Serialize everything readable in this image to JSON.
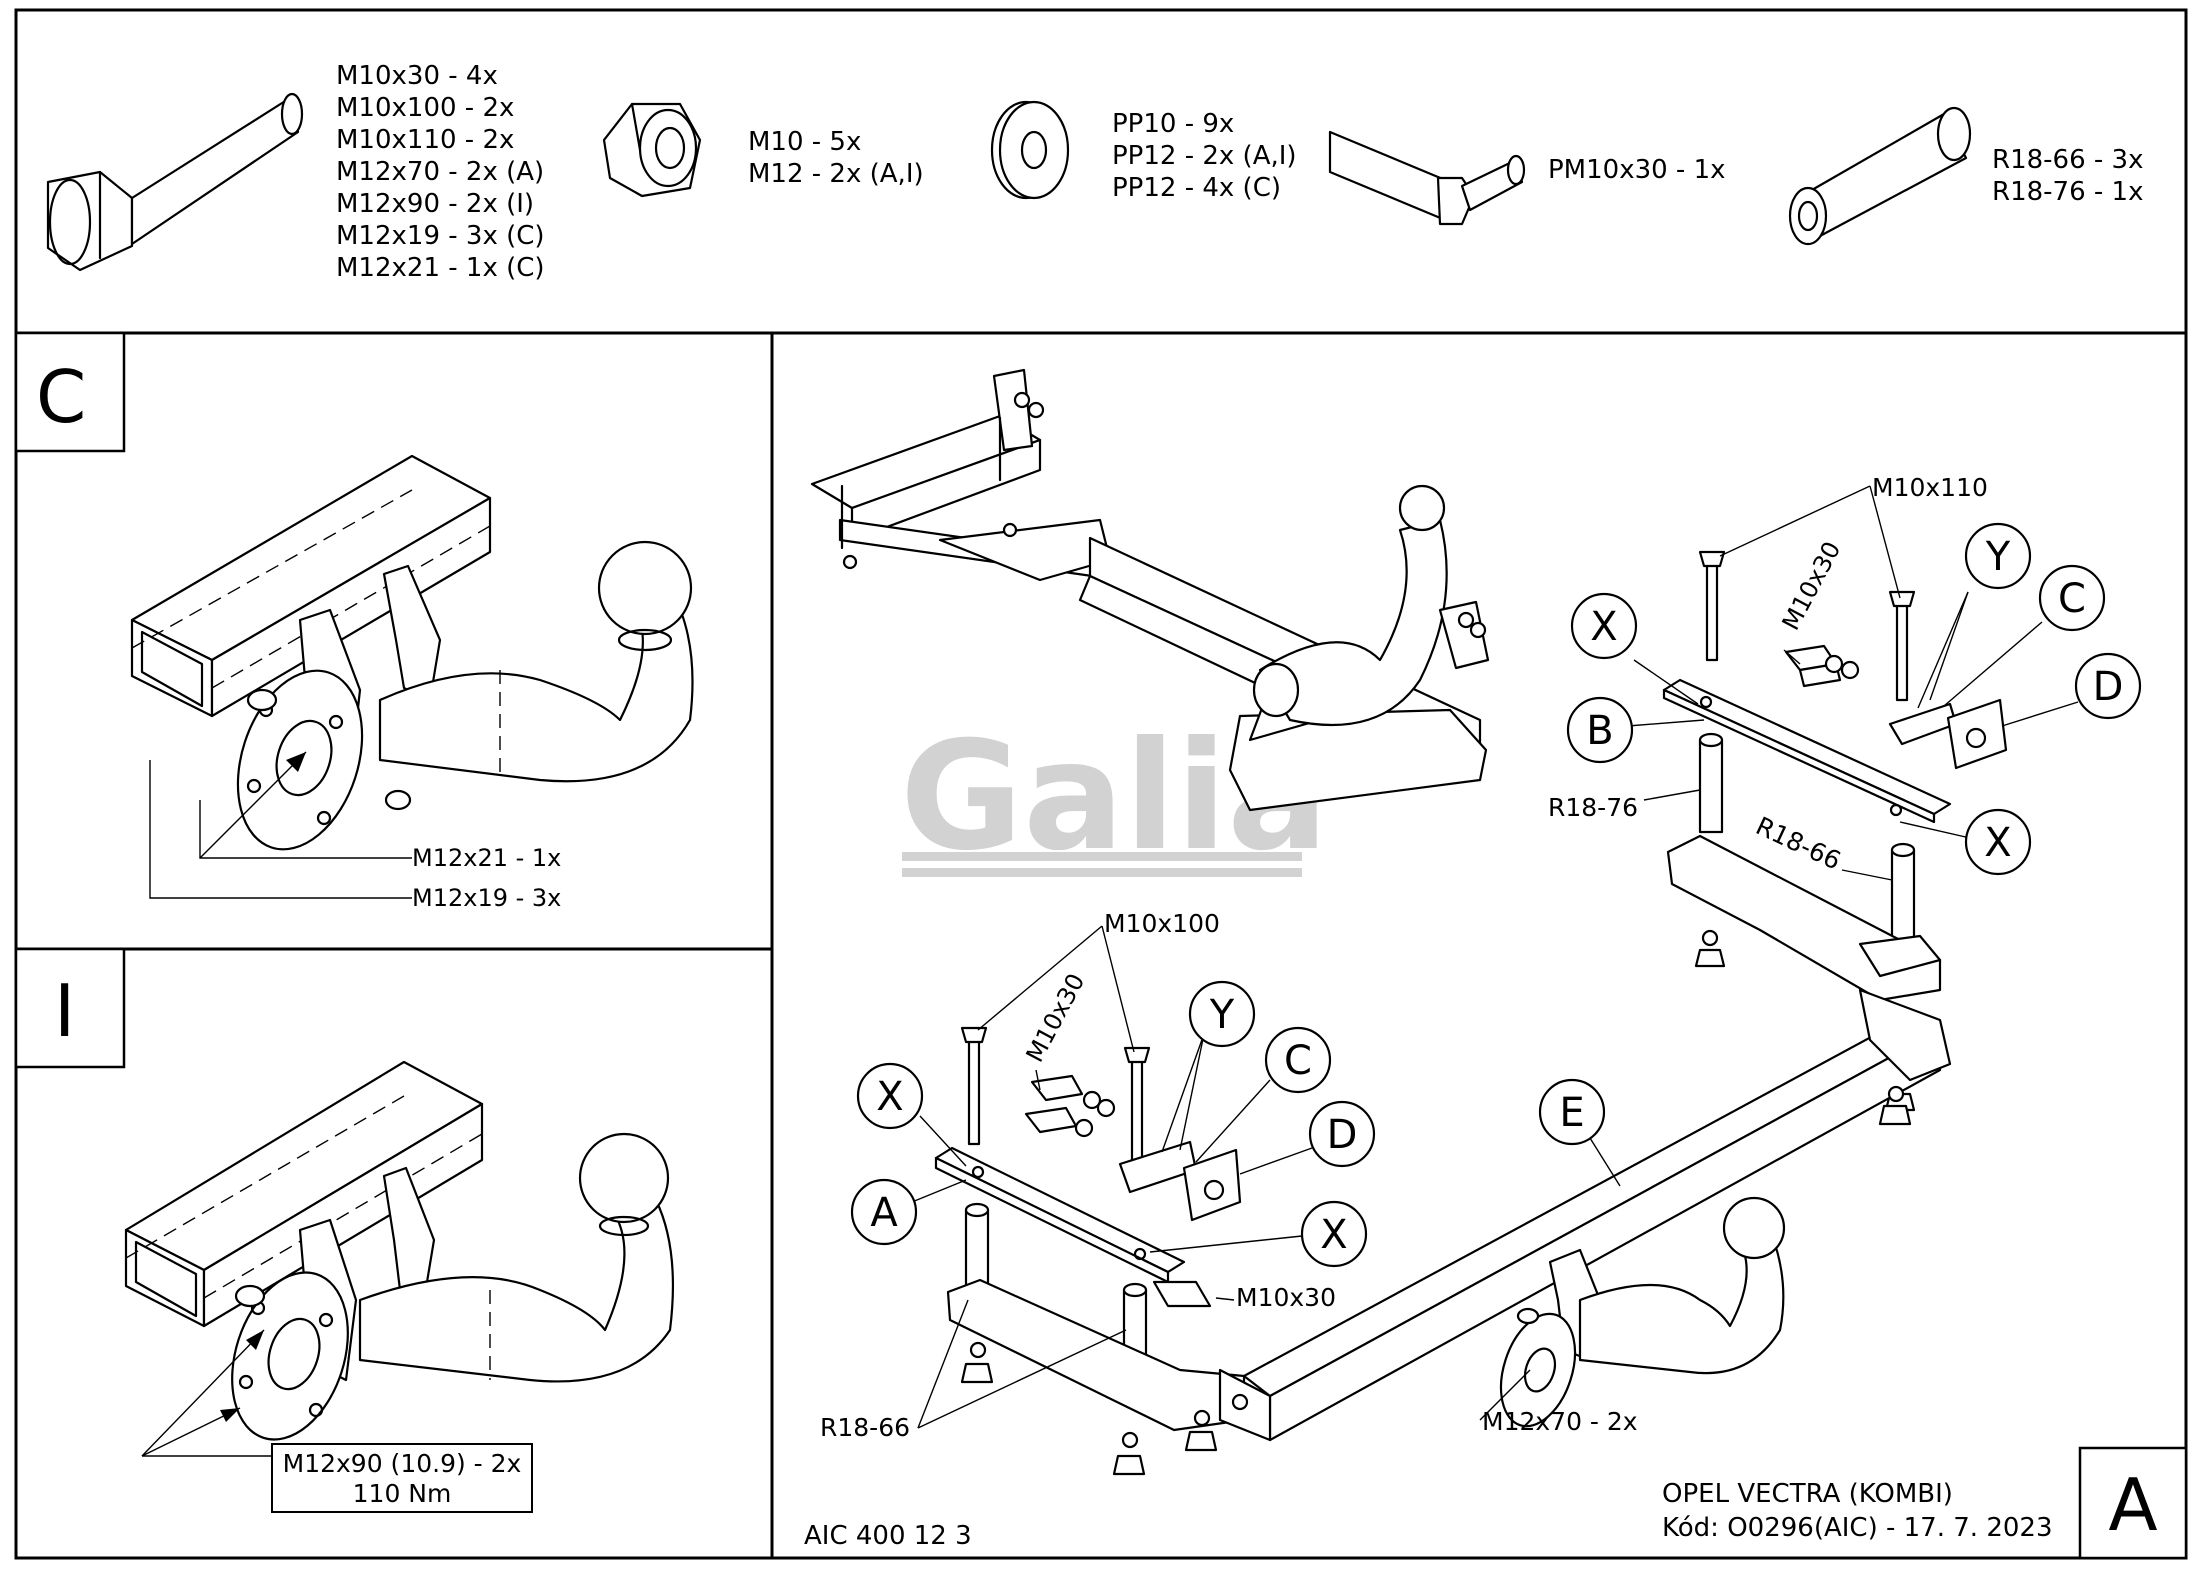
{
  "parts_legend": {
    "bolts": [
      "M10x30 - 4x",
      "M10x100 - 2x",
      "M10x110 - 2x",
      "M12x70 - 2x (A)",
      "M12x90 - 2x (I)",
      "M12x19 - 3x (C)",
      "M12x21 - 1x (C)"
    ],
    "nuts": [
      "M10 - 5x",
      "M12 - 2x (A,I)"
    ],
    "washers": [
      "PP10 - 9x",
      "PP12 - 2x (A,I)",
      "PP12 - 4x (C)"
    ],
    "special_bolt": [
      "PM10x30 - 1x"
    ],
    "spacers": [
      "R18-66 - 3x",
      "R18-76 - 1x"
    ]
  },
  "panel_c": {
    "letter": "C",
    "labels": [
      "M12x21 - 1x",
      "M12x19 - 3x"
    ]
  },
  "panel_i": {
    "letter": "I",
    "label_line1": "M12x90 (10.9) - 2x",
    "label_line2": "110 Nm"
  },
  "panel_a": {
    "letter": "A",
    "watermark": "Galia",
    "callouts": [
      "X",
      "X",
      "X",
      "X",
      "Y",
      "Y",
      "C",
      "C",
      "D",
      "D",
      "A",
      "B",
      "E"
    ],
    "labels": {
      "m10x110": "M10x110",
      "m10x30_right": "M10x30",
      "r18_76": "R18-76",
      "r18_66_right": "R18-66",
      "m10x100": "M10x100",
      "m10x30_left": "M10x30",
      "m10x30_pm": "M10x30",
      "r18_66_left": "R18-66",
      "m12x70": "M12x70 - 2x"
    },
    "footer_code": "AIC 400 12 3",
    "vehicle": "OPEL VECTRA (KOMBI)",
    "code_date": "Kód: O0296(AIC) - 17. 7. 2023"
  }
}
